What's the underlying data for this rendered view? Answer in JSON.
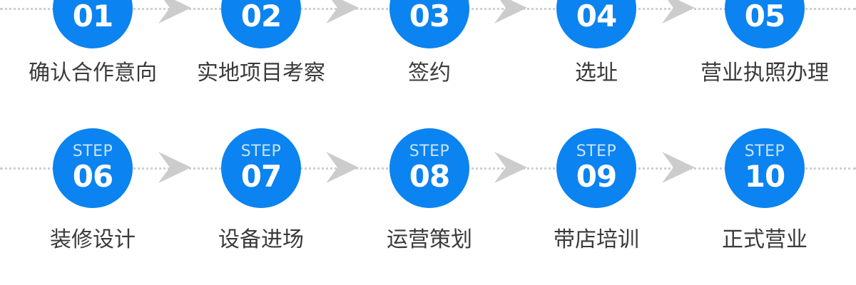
{
  "steps_row1": [
    {
      "step_word": "",
      "num": "01",
      "label": "确认合作意向"
    },
    {
      "step_word": "",
      "num": "02",
      "label": "实地项目考察"
    },
    {
      "step_word": "",
      "num": "03",
      "label": "签约"
    },
    {
      "step_word": "",
      "num": "04",
      "label": "选址"
    },
    {
      "step_word": "",
      "num": "05",
      "label": "营业执照办理"
    }
  ],
  "steps_row2": [
    {
      "step_word": "STEP",
      "num": "06",
      "label": "装修设计"
    },
    {
      "step_word": "STEP",
      "num": "07",
      "label": "设备进场"
    },
    {
      "step_word": "STEP",
      "num": "08",
      "label": "运营策划"
    },
    {
      "step_word": "STEP",
      "num": "09",
      "label": "带店培训"
    },
    {
      "step_word": "STEP",
      "num": "10",
      "label": "正式营业"
    }
  ],
  "colors": {
    "circle": "#0b83f0",
    "arrow": "#cccccc",
    "dotline": "#cfcfcf",
    "label": "#3a3a3a"
  },
  "icons": {
    "arrow": "chevron-right-arrow-icon"
  }
}
